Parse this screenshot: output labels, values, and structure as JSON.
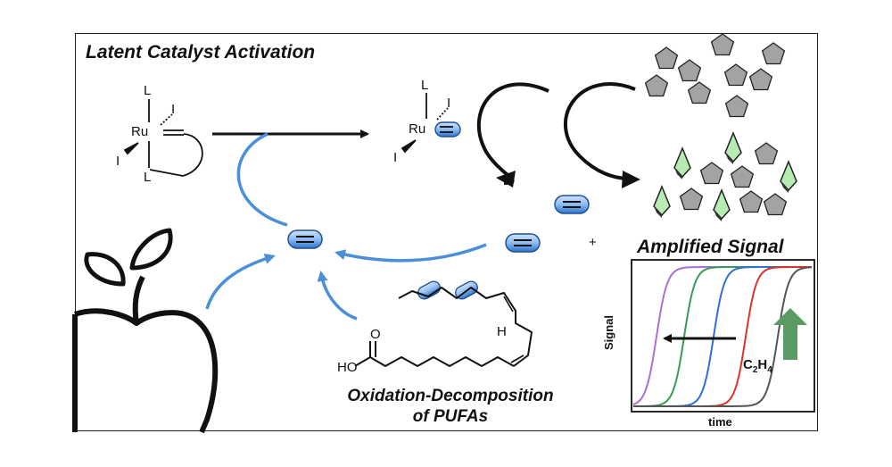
{
  "title": "Latent Catalyst Activation",
  "amplified_signal": "Amplified Signal",
  "caption_line1": "Oxidation-Decomposition",
  "caption_line2": "of PUFAs",
  "plus_sign": "+",
  "chem": {
    "ru": "Ru",
    "ligand": "L",
    "iodide": "I",
    "hydrogen": "H",
    "ho": "HO",
    "oxygen": "O",
    "ethylene_c": "C",
    "ethylene_c_sub": "2",
    "ethylene_h": "H",
    "ethylene_h_sub": "4"
  },
  "plot": {
    "xlabel": "time",
    "ylabel": "Signal"
  },
  "colors": {
    "ethylene_blue": "#4a8fd8",
    "pentagon_gray": "#a3a3a3",
    "product_green": "#b7ebb2",
    "up_arrow_green": "#5a9a63",
    "curves": [
      "#a86fd9",
      "#3b9a55",
      "#2f6fd6",
      "#d9342c",
      "#555555"
    ]
  },
  "icons": [
    "apple-icon",
    "up-arrow-icon",
    "ethylene-capsule-icon",
    "pentagon-icon",
    "diamond-icon"
  ]
}
